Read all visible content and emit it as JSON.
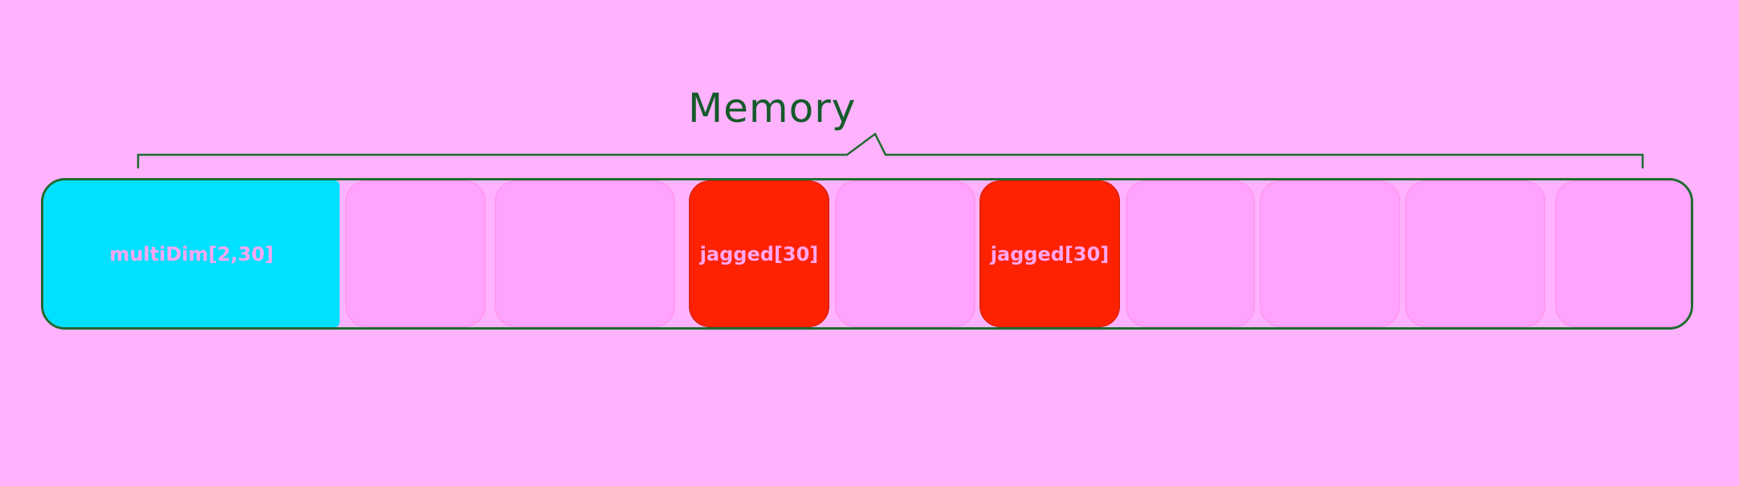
{
  "diagram": {
    "title": "Memory",
    "cells": [
      {
        "kind": "multi",
        "label": "multiDim[2,30]"
      },
      {
        "kind": "empty",
        "label": ""
      },
      {
        "kind": "empty",
        "label": ""
      },
      {
        "kind": "jagged",
        "label": "jagged[30]"
      },
      {
        "kind": "empty",
        "label": ""
      },
      {
        "kind": "jagged",
        "label": "jagged[30]"
      },
      {
        "kind": "empty",
        "label": ""
      },
      {
        "kind": "empty",
        "label": ""
      },
      {
        "kind": "empty",
        "label": ""
      },
      {
        "kind": "empty",
        "label": ""
      }
    ]
  },
  "colors": {
    "background": "#ffb3ff",
    "outline": "#1e6b2e",
    "title": "#145a2a",
    "multi_fill": "#00e0ff",
    "jagged_fill": "#ff2200",
    "empty_fill": "#ffa3ff",
    "cell_text": "#ffa6f0"
  }
}
